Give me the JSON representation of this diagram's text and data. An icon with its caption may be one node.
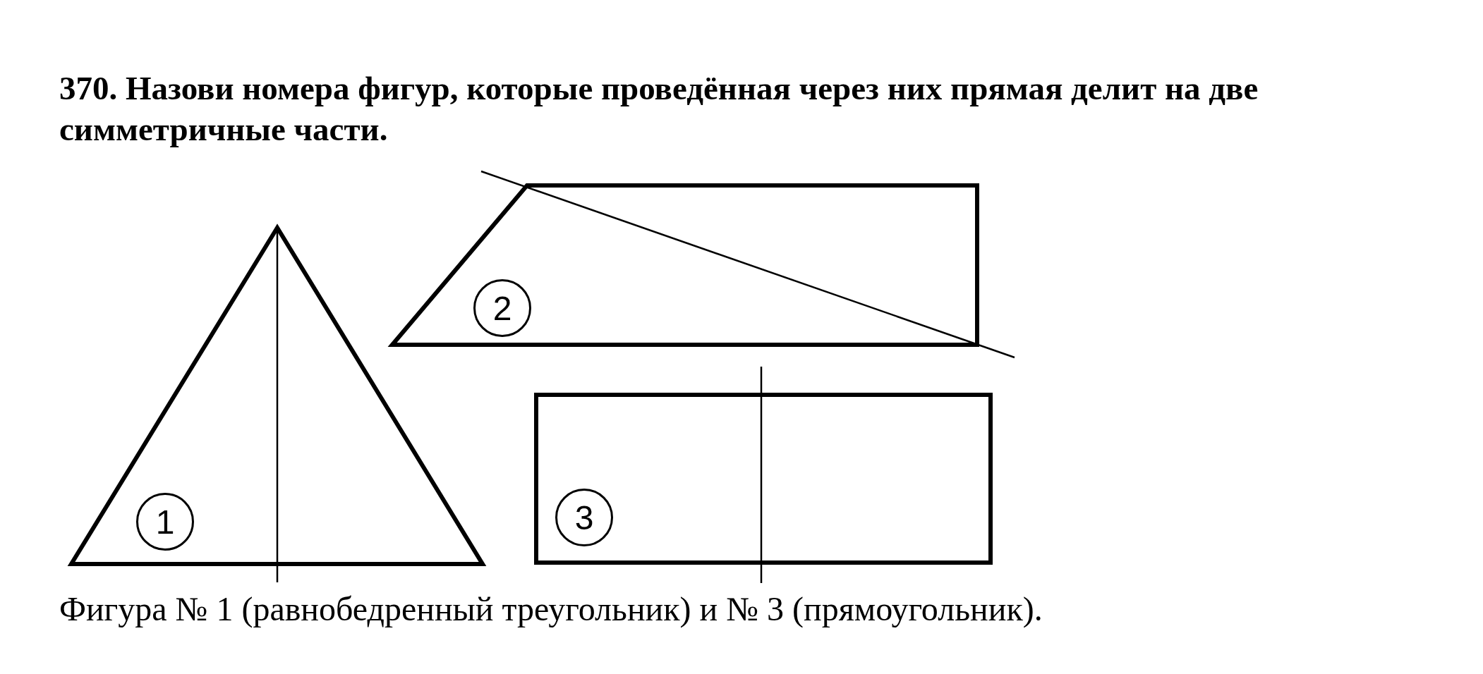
{
  "diagram": {
    "title": "370. Назови номера фигур, которые проведённая через них прямая делит на две симметричные части.",
    "caption": "Фигура № 1 (равнобедренный треугольник) и № 3 (прямоугольник).",
    "nodes": [
      {
        "text": [
          "1"
        ]
      },
      {
        "text": [
          "2"
        ]
      },
      {
        "text": [
          "3"
        ]
      }
    ]
  }
}
